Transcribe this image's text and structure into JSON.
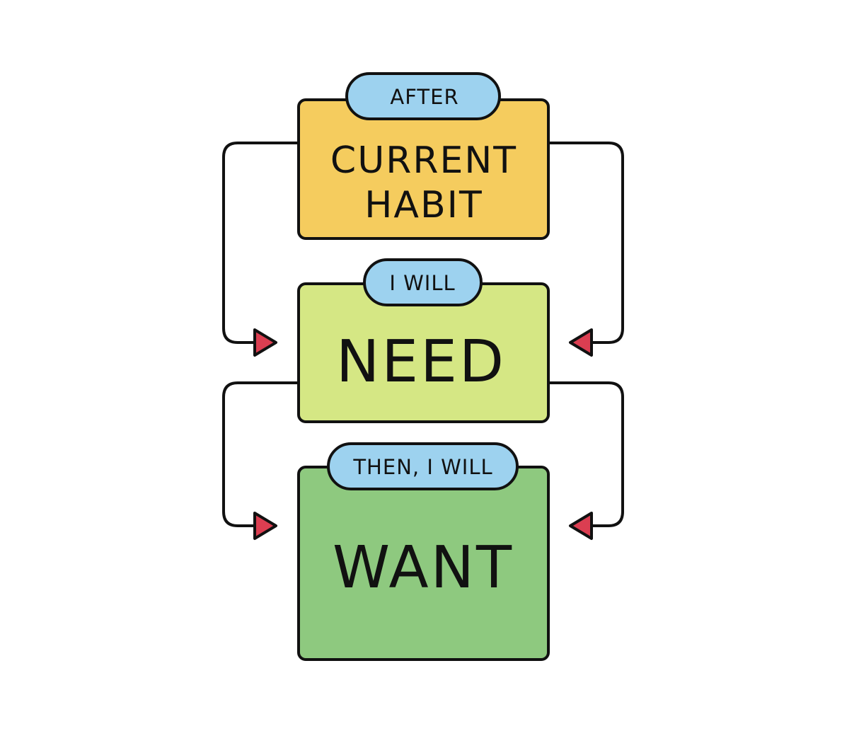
{
  "colors": {
    "outline": "#111111",
    "background": "#ffffff",
    "pill": "#9dd2ef",
    "arrow": "#db3e51",
    "box_top": "#f5cc5e",
    "box_middle": "#d5e784",
    "box_bottom": "#8ec97f"
  },
  "steps": [
    {
      "pill_label": "AFTER",
      "lines": [
        "CURRENT",
        "HABIT"
      ]
    },
    {
      "pill_label": "I WILL",
      "lines": [
        "NEED"
      ]
    },
    {
      "pill_label": "THEN, I WILL",
      "lines": [
        "WANT"
      ]
    }
  ],
  "connectors": [
    {
      "from": "current-habit",
      "to": "need",
      "sides": [
        "left",
        "right"
      ],
      "arrow": "triangle-icon"
    },
    {
      "from": "need",
      "to": "want",
      "sides": [
        "left",
        "right"
      ],
      "arrow": "triangle-icon"
    }
  ]
}
